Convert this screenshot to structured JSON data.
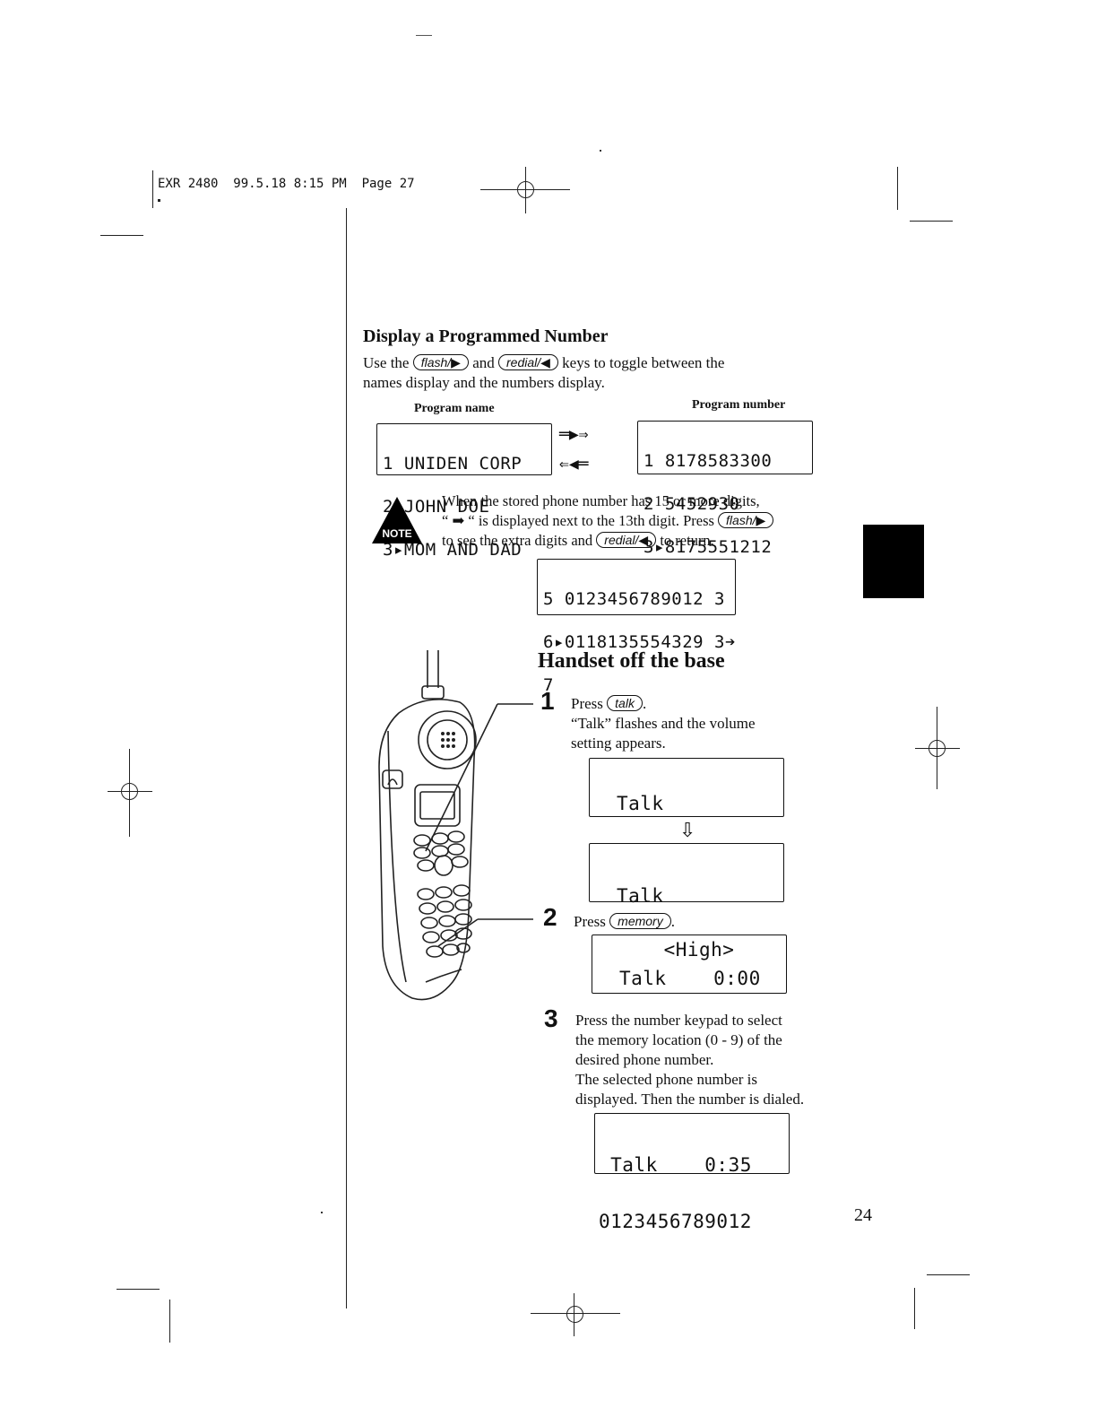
{
  "header": {
    "slug": "EXR 2480  99.5.18 8:15 PM  Page 27"
  },
  "display_section": {
    "title": "Display a Programmed Number",
    "intro_use": "Use the",
    "intro_and": "and",
    "intro_rest": "keys to toggle between the",
    "intro_line2": "names display and the numbers display.",
    "key_flash": "flash/▶",
    "key_redial": "redial/◀",
    "label_program_name": "Program name",
    "label_program_number": "Program number",
    "names_lcd": [
      "1 UNIDEN CORP",
      "2 JOHN DOE",
      "3▸MOM AND DAD"
    ],
    "numbers_lcd": [
      "1 8178583300",
      "2 5452930",
      "3▸8175551212"
    ],
    "arrow_right": "═▶⇒",
    "arrow_left": "⇐◀═"
  },
  "note": {
    "badge": "NOTE",
    "line1": "When the stored phone number has 15 or more digits,",
    "line2": "“ ➡ “ is displayed next to the 13th digit. Press",
    "line3_a": "to see the extra digits and",
    "line3_b": "to return.",
    "key_flash": "flash/▶",
    "key_redial": "redial/◀",
    "lcd": [
      "5 0123456789012 3",
      "6▸0118135554329 3➔",
      "7"
    ]
  },
  "handset_section": {
    "title": "Handset off the base",
    "step1": {
      "num": "1",
      "press": "Press",
      "key": "talk",
      "desc1": "“Talk” flashes and the volume",
      "desc2": "setting appears.",
      "lcd_a": [
        "Talk"
      ],
      "lcd_b": [
        "Talk",
        "    <High>"
      ],
      "down_arrow": "⇩"
    },
    "step2": {
      "num": "2",
      "press": "Press",
      "key": "memory",
      "lcd": [
        "Talk    0:00"
      ]
    },
    "step3": {
      "num": "3",
      "desc": [
        "Press the number keypad to select",
        "the memory location (0 - 9) of the",
        "desired phone number.",
        "The selected phone number is",
        "displayed. Then the number is dialed."
      ],
      "lcd": [
        " Talk    0:35",
        "0123456789012"
      ]
    }
  },
  "page_number": "24"
}
